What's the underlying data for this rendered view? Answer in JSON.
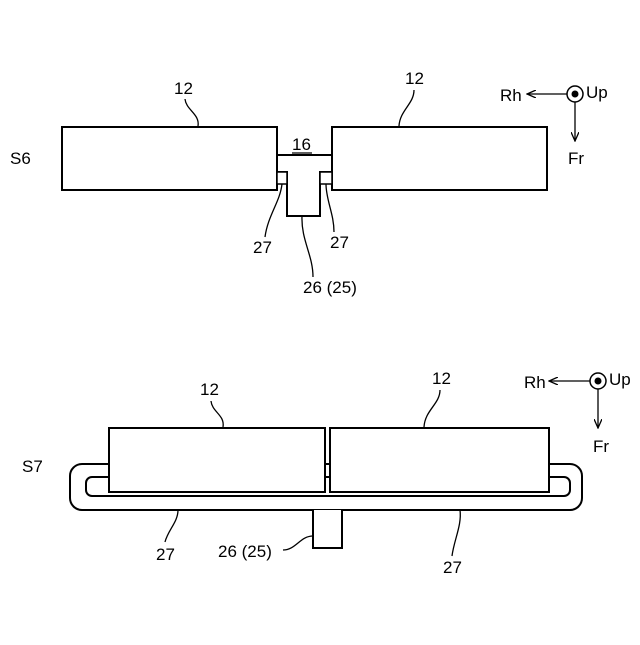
{
  "figure": {
    "top": {
      "step_label": "S6",
      "module_left_label": "12",
      "module_right_label": "12",
      "gap_label": "16",
      "rib_left_label": "27",
      "rib_right_label": "27",
      "member_label": "26 (25)",
      "compass": {
        "rh": "Rh",
        "up": "Up",
        "fr": "Fr"
      }
    },
    "bottom": {
      "step_label": "S7",
      "module_left_label": "12",
      "module_right_label": "12",
      "rib_left_label": "27",
      "rib_right_label": "27",
      "member_label": "26 (25)",
      "compass": {
        "rh": "Rh",
        "up": "Up",
        "fr": "Fr"
      }
    }
  }
}
